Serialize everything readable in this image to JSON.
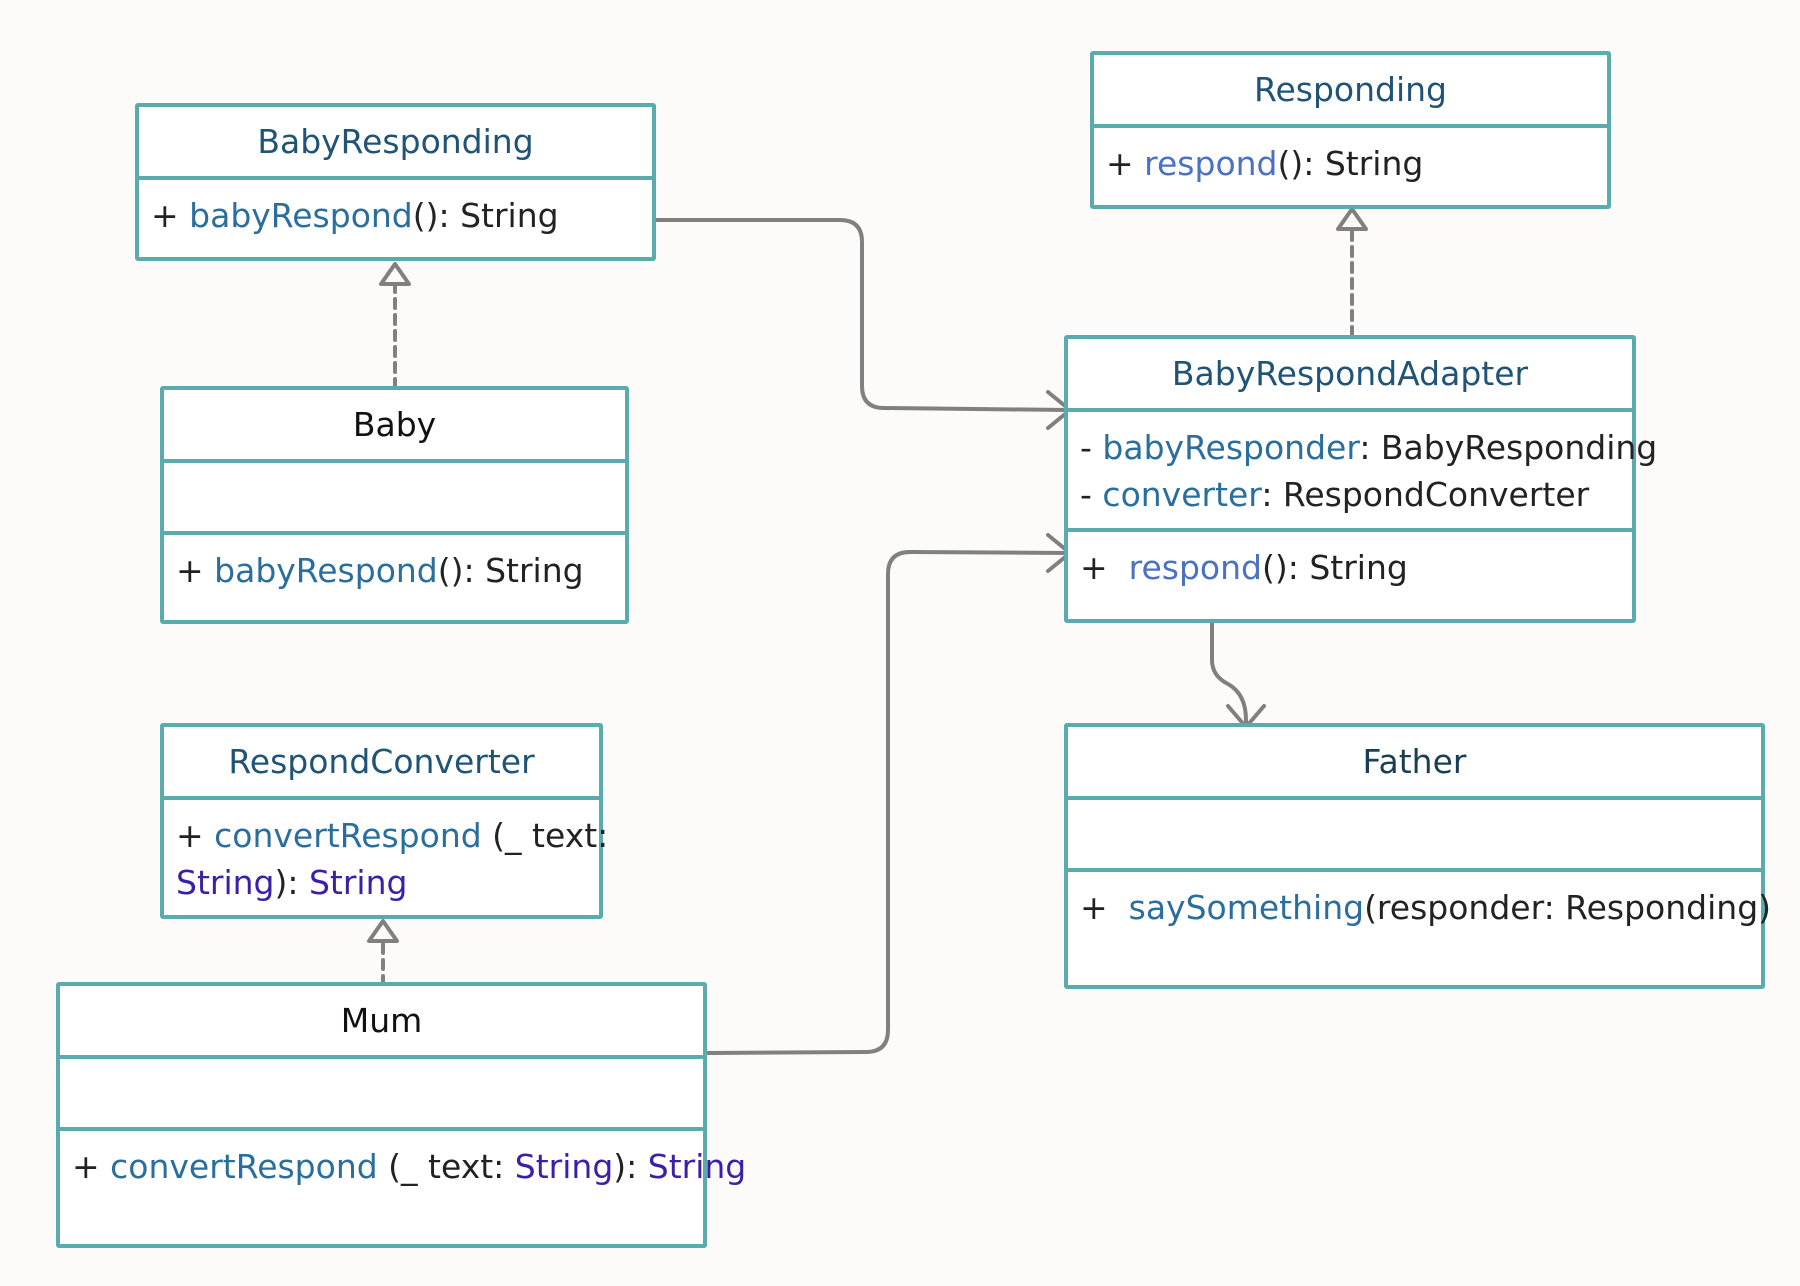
{
  "classes": {
    "baby_responding": {
      "title": "BabyResponding",
      "method": {
        "visibility": "+",
        "name": "babyRespond",
        "rest": "(): String"
      }
    },
    "responding": {
      "title": "Responding",
      "method": {
        "visibility": "+",
        "name": "respond",
        "rest": "(): String"
      }
    },
    "baby": {
      "title": "Baby",
      "method": {
        "visibility": "+",
        "name": "babyRespond",
        "rest": "(): String"
      }
    },
    "adapter": {
      "title": "BabyRespondAdapter",
      "attr1": {
        "visibility": "-",
        "name": "babyResponder",
        "rest": ": BabyResponding"
      },
      "attr2": {
        "visibility": "-",
        "name": "converter",
        "rest": ": RespondConverter"
      },
      "method": {
        "visibility": "+",
        "name": "respond",
        "rest": "(): String"
      }
    },
    "respond_converter": {
      "title": "RespondConverter",
      "method": {
        "visibility": "+",
        "name": "convertRespond",
        "param": " (_ text:",
        "type1": "String",
        "sep": "): ",
        "type2": "String"
      }
    },
    "father": {
      "title": "Father",
      "method": {
        "visibility": "+",
        "name": "saySomething",
        "rest": "(responder: Responding)"
      }
    },
    "mum": {
      "title": "Mum",
      "method": {
        "visibility": "+",
        "name": "convertRespond",
        "param": " (_ text: ",
        "type1": "String",
        "sep": "): ",
        "type2": "String"
      }
    }
  },
  "colors": {
    "border": "#5aabad",
    "connector": "#808080",
    "method": "#2a6e9e",
    "type": "#3b1fa6",
    "title": "#1f5477"
  }
}
